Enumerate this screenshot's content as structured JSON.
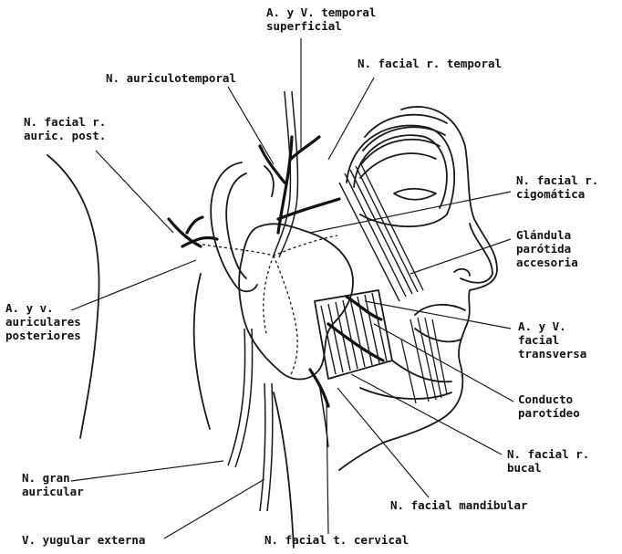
{
  "labels": {
    "arteria_temporal": [
      "A. y V. temporal",
      "superficial"
    ],
    "auriculotemporal": [
      "N. auriculotemporal"
    ],
    "facial_temporal": [
      "N. facial r. temporal"
    ],
    "facial_auric_post": [
      "N. facial r.",
      "auric. post."
    ],
    "facial_cigomatica": [
      "N. facial r.",
      "cigomática"
    ],
    "glandula_parotida": [
      "Glándula",
      "parótida",
      "accesoria"
    ],
    "auriculares_post": [
      "A. y v.",
      "auriculares",
      "posteriores"
    ],
    "facial_transversa": [
      "A. y V.",
      "facial",
      "transversa"
    ],
    "conducto_parotideo": [
      "Conducto",
      "parotídeo"
    ],
    "facial_bucal": [
      "N. facial r.",
      "bucal"
    ],
    "gran_auricular": [
      "N. gran",
      "auricular"
    ],
    "facial_mandibular": [
      "N. facial mandibular"
    ],
    "yugular_externa": [
      "V. yugular externa"
    ],
    "facial_cervical": [
      "N. facial t. cervical"
    ]
  }
}
